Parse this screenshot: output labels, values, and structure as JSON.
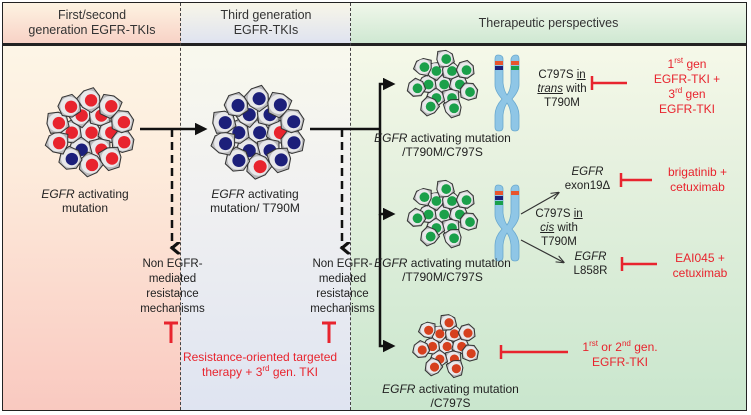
{
  "header": {
    "col1": "First/second generation EGFR-TKIs",
    "col1_line1": "First/second",
    "col1_line2": "generation EGFR-TKIs",
    "col2_line1": "Third generation",
    "col2_line2": "EGFR-TKIs",
    "col3": "Therapeutic perspectives"
  },
  "stages": {
    "first": {
      "gene": "EGFR",
      "line1_rest": " activating",
      "line2": "mutation",
      "cell_color": "#e8242e"
    },
    "second": {
      "gene": "EGFR",
      "line1_rest": " activating",
      "line2": "mutation/ T790M",
      "cell_color": "#1c1f7a"
    }
  },
  "resistance": {
    "left": [
      "Non EGFR-",
      "mediated",
      "resistance",
      "mechanisms"
    ],
    "right": [
      "Non EGFR-",
      "mediated",
      "resistance",
      "mechanisms"
    ],
    "therapy_line1": "Resistance-oriented targeted",
    "therapy_line2_pre": "therapy + 3",
    "therapy_line2_sup": "rd",
    "therapy_line2_post": " gen. TKI"
  },
  "perspectives": {
    "trans": {
      "tumor_gene": "EGFR",
      "tumor_line1_rest": " activating mutation",
      "tumor_line2": "/T790M/C797S",
      "config_pre": "C797S ",
      "config_in": "in",
      "config_word": "trans",
      "config_with": " with",
      "config_line3": "T790M",
      "therapy": {
        "l1_pre": "1",
        "l1_sup": "rst",
        "l1_post": " gen",
        "l2": "EGFR-TKI +",
        "l3_pre": "3",
        "l3_sup": "rd",
        "l3_post": " gen",
        "l4": "EGFR-TKI"
      }
    },
    "cis": {
      "tumor_gene": "EGFR",
      "tumor_line1_rest": " activating mutation",
      "tumor_line2": "/T790M/C797S",
      "config_pre": "C797S ",
      "config_in": "in",
      "config_word": "cis",
      "config_with": " with",
      "config_line3": "T790M",
      "branch_exon19": {
        "gene": "EGFR",
        "variant": "exon19Δ",
        "therapy_l1": "brigatinib +",
        "therapy_l2": "cetuximab"
      },
      "branch_l858r": {
        "gene": "EGFR",
        "variant": "L858R",
        "therapy_l1": "EAI045 +",
        "therapy_l2": "cetuximab"
      }
    },
    "c797s": {
      "tumor_gene": "EGFR",
      "tumor_line1_rest": " activating mutation",
      "tumor_line2": "/C797S",
      "therapy": {
        "l1_a": "1",
        "l1_a_sup": "rst",
        "l1_mid": " or 2",
        "l1_b_sup": "nd",
        "l1_post": " gen.",
        "l2": "EGFR-TKI"
      }
    }
  },
  "colors": {
    "red": "#e8242e",
    "navy": "#1c1f7a",
    "green": "#1aa04a",
    "chromosome": "#8fc6e6"
  }
}
